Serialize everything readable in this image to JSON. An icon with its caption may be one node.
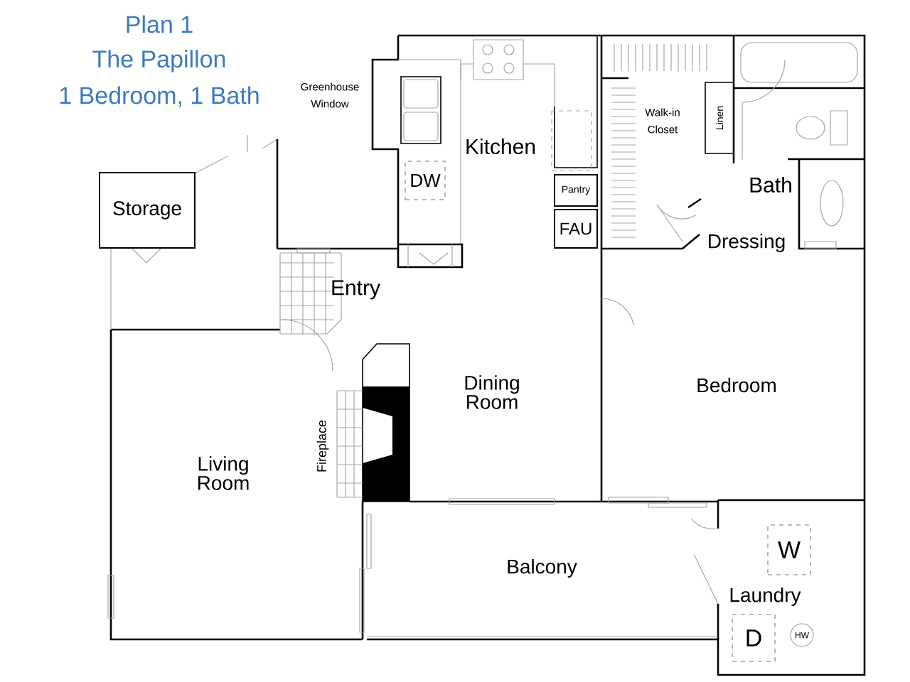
{
  "diagram": {
    "nodes": [
      {
        "text": [
          "Storage"
        ]
      },
      {
        "text": [
          "DW"
        ]
      },
      {
        "text": [
          "Pantry"
        ]
      },
      {
        "text": [
          "FAU"
        ]
      },
      {
        "text": [
          "Linen"
        ]
      },
      {
        "text": [
          "W"
        ]
      },
      {
        "text": [
          "D"
        ]
      },
      {
        "text": [
          "HW"
        ]
      }
    ],
    "labels": [
      "Plan 1",
      "The Papillon",
      "1 Bedroom, 1 Bath",
      "Greenhouse Window",
      "Kitchen",
      "Walk-in Closet",
      "Bath",
      "Dressing",
      "Entry",
      "Dining Room",
      "Bedroom",
      "Fireplace",
      "Living Room",
      "Balcony",
      "Laundry"
    ]
  }
}
